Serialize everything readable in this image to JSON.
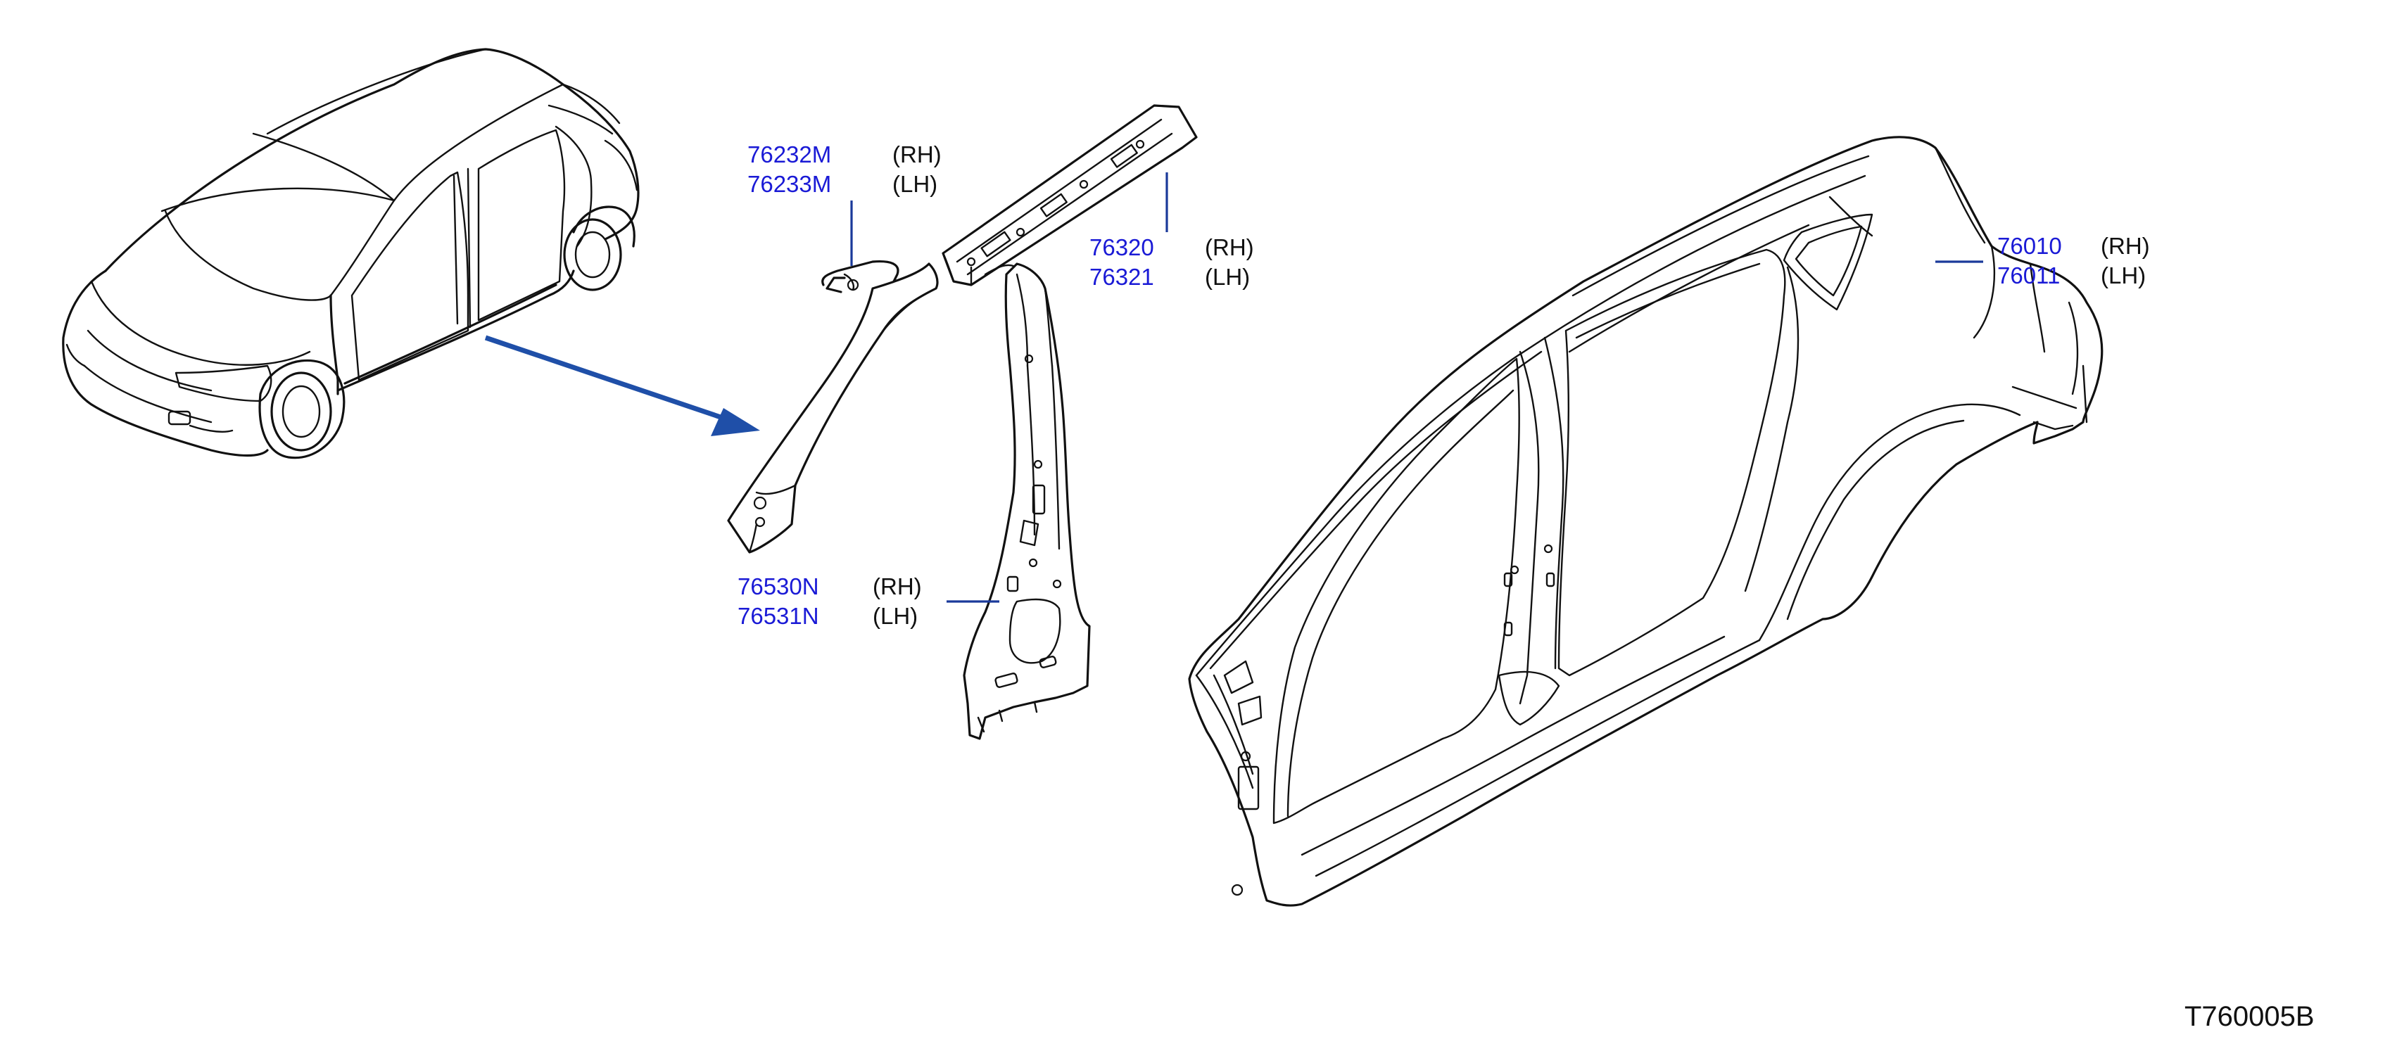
{
  "callouts": [
    {
      "part_rh": "76232M",
      "side_rh": "(RH)",
      "part_lh": "76233M",
      "side_lh": "(LH)"
    },
    {
      "part_rh": "76320",
      "side_rh": "(RH)",
      "part_lh": "76321",
      "side_lh": "(LH)"
    },
    {
      "part_rh": "76010",
      "side_rh": "(RH)",
      "part_lh": "76011",
      "side_lh": "(LH)"
    },
    {
      "part_rh": "76530N",
      "side_rh": "(RH)",
      "part_lh": "76531N",
      "side_lh": "(LH)"
    }
  ],
  "drawing_ref": "T760005B",
  "colors": {
    "part_number": "#1a1ad6",
    "arrow": "#1f4fa8",
    "line": "#111111"
  }
}
